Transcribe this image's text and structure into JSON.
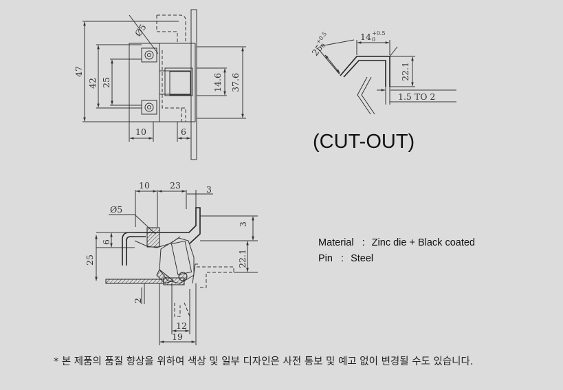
{
  "top_view": {
    "dims": {
      "d_overall": "47",
      "d_holes": "42",
      "d_inner": "25",
      "d_height_a": "14.6",
      "d_height_b": "37.6",
      "d_w10": "10",
      "d_w6": "6",
      "d_hole_dia": "Ø5"
    }
  },
  "cutout_view": {
    "dims": {
      "d_angle_base": "25",
      "d_angle_tol_upper": "+0.5",
      "d_angle_tol_lower": "0",
      "d_width_base": "14",
      "d_width_tol_upper": "+0.5",
      "d_width_tol_lower": "0",
      "d_height": "22.1",
      "d_thickness": "1.5 TO 2"
    }
  },
  "cutout_label": "(CUT-OUT)",
  "side_view": {
    "dims": {
      "d_top_10": "10",
      "d_top_23": "23",
      "d_top_3": "3",
      "d_hole_dia": "Ø5",
      "d_right_3": "3",
      "d_right_22": "22.1",
      "d_left_6": "6",
      "d_left_25": "25",
      "d_bot_2": "2",
      "d_bot_12": "12",
      "d_bot_19": "19"
    }
  },
  "specs": {
    "material_label": "Material",
    "material_sep": ":",
    "material_value": "Zinc die + Black coated",
    "pin_label": "Pin",
    "pin_sep": ":",
    "pin_value": "Steel"
  },
  "footnote": "* 본 제품의 품질 향상을 위하여 색상 및 일부 디자인은 사전 통보 및 예고 없이 변경될 수도 있습니다."
}
